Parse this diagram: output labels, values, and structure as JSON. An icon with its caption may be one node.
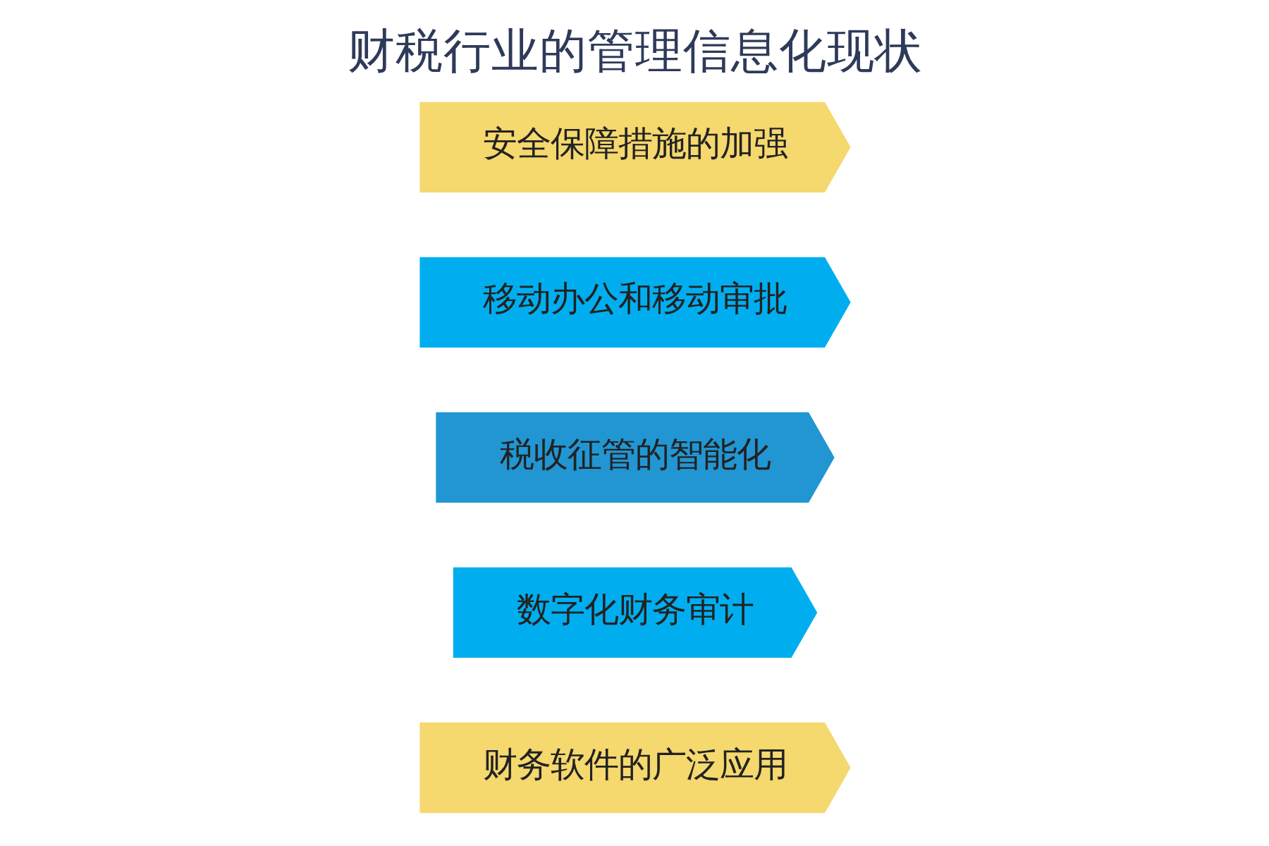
{
  "diagram": {
    "title": "财税行业的管理信息化现状",
    "nodes": [
      {
        "text": [
          "财务软件的广泛应用"
        ]
      },
      {
        "text": [
          "数字化财务审计"
        ]
      },
      {
        "text": [
          "税收征管的智能化"
        ]
      },
      {
        "text": [
          "移动办公和移动审批"
        ]
      },
      {
        "text": [
          "安全保障措施的加强"
        ]
      }
    ]
  }
}
